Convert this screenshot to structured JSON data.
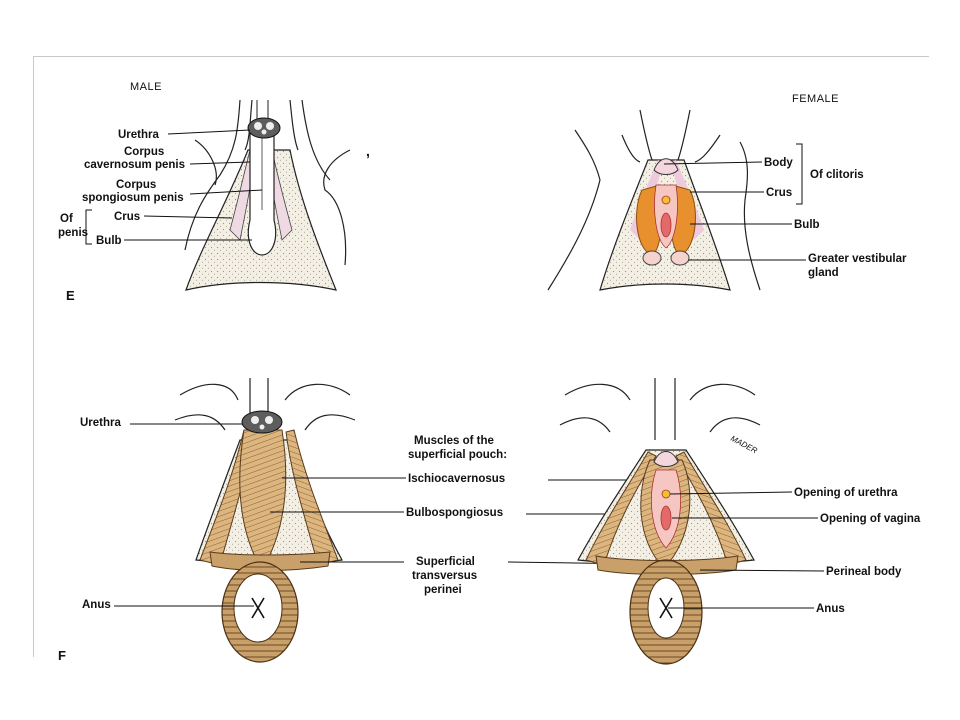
{
  "captions": {
    "male": "MALE",
    "female": "FEMALE"
  },
  "figure_letters": {
    "top": "E",
    "bottom": "F"
  },
  "male_top": {
    "urethra": "Urethra",
    "corpus_cavernosum": [
      "Corpus",
      "cavernosum penis"
    ],
    "corpus_spongiosum": [
      "Corpus",
      "spongiosum penis"
    ],
    "crus": "Crus",
    "bulb": "Bulb",
    "of_penis": [
      "Of",
      "penis"
    ]
  },
  "female_top": {
    "body": "Body",
    "crus": "Crus",
    "of_clitoris": "Of clitoris",
    "bulb": "Bulb",
    "greater_vestibular_gland": [
      "Greater vestibular",
      "gland"
    ]
  },
  "middle": {
    "muscles_heading": [
      "Muscles of the",
      "superficial pouch:"
    ],
    "ischiocavernosus": "Ischiocavernosus",
    "bulbospongiosus": "Bulbospongiosus",
    "superficial_transversus": [
      "Superficial",
      "transversus",
      "perinei"
    ]
  },
  "male_bottom": {
    "urethra": "Urethra",
    "anus": "Anus"
  },
  "female_bottom": {
    "opening_urethra": "Opening of urethra",
    "opening_vagina": "Opening of vagina",
    "perineal_body": "Perineal body",
    "anus": "Anus"
  },
  "signature": "MADER",
  "colors": {
    "muscle": "#d9b27a",
    "erectile_orange": "#e8902e",
    "erectile_pink": "#efc9dc",
    "shade": "#ece6d6"
  }
}
